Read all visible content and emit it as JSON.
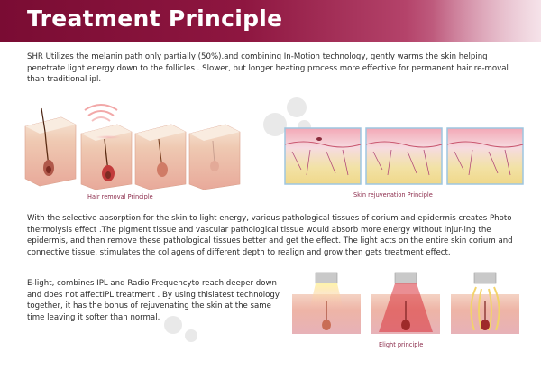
{
  "header": {
    "title": "Treatment Principle"
  },
  "paragraphs": {
    "intro": "SHR Utilizes the melanin path only partially (50%).and combining In-Motion technology, gently warms the skin helping penetrate light energy down to the follicles . Slower, but longer heating process more effective for permanent hair re-moval than traditional ipl.",
    "absorption": "With the selective absorption for the skin to light energy, various pathological tissues of corium and epidermis creates Photo thermolysis effect .The pigment tissue and vascular pathological tissue would absorb more energy without injur-ing the epidermis, and then remove these pathological tissues better and get the effect. The light acts on the entire skin corium and connective tissue, stimulates the collagens of different depth to realign and grow,then gets treatment effect.",
    "elight": "E-light, combines IPL and Radio Frequencyto reach deeper down and does not affectIPL treatment . By using thislatest technology together, it has the bonus of rejuvenating the skin at the same time leaving it softer than normal."
  },
  "captions": {
    "hair_removal": "Hair removal Principle",
    "skin_rejuvenation": "Skin rejuvenation Principle",
    "elight": "Elight principle"
  },
  "colors": {
    "header_dark": "#7a0c33",
    "header_light": "#e7b9c9",
    "caption": "#8b2a4a",
    "text": "#2a2a2a"
  }
}
